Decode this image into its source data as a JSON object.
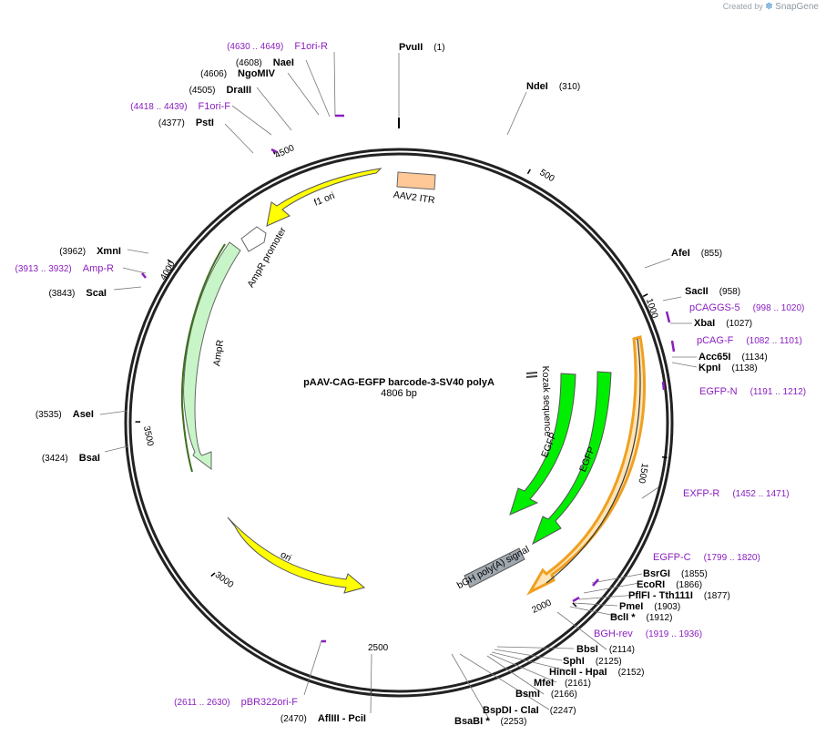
{
  "brand": {
    "created_by": "Created by",
    "app": "SnapGene"
  },
  "plasmid": {
    "name": "pAAV-CAG-EGFP barcode-3-SV40 polyA",
    "length": "4806 bp"
  },
  "colors": {
    "primer": "#8a1fbf",
    "f1ori": "#ffff00",
    "ori": "#ffff00",
    "itr": "#ffc896",
    "ampr": "#c8f5c8",
    "egfp": "#00ee00",
    "polyA": "#a0a8b0",
    "orf": "#f0a020"
  },
  "ticks": [
    "500",
    "1000",
    "1500",
    "2000",
    "2500",
    "3000",
    "3500",
    "4000",
    "4500"
  ],
  "features": [
    {
      "id": "aav2-itr",
      "label": "AAV2 ITR"
    },
    {
      "id": "f1-ori",
      "label": "f1 ori"
    },
    {
      "id": "ampr-promoter",
      "label": "AmpR promoter"
    },
    {
      "id": "ampr",
      "label": "AmpR"
    },
    {
      "id": "ori",
      "label": "ori"
    },
    {
      "id": "kozak",
      "label": "Kozak sequence"
    },
    {
      "id": "egfp-1",
      "label": "EGFP"
    },
    {
      "id": "egfp-2",
      "label": "EGFP"
    },
    {
      "id": "bgh",
      "label": "bGH poly(A) signal"
    }
  ],
  "labels": [
    {
      "id": "pvuii",
      "name": "PvuII",
      "pos": "(1)",
      "type": "site"
    },
    {
      "id": "ndei",
      "name": "NdeI",
      "pos": "(310)",
      "type": "site"
    },
    {
      "id": "afei",
      "name": "AfeI",
      "pos": "(855)",
      "type": "site"
    },
    {
      "id": "sacii",
      "name": "SacII",
      "pos": "(958)",
      "type": "site"
    },
    {
      "id": "pcaggs5",
      "name": "pCAGGS-5",
      "pos": "(998 .. 1020)",
      "type": "primer"
    },
    {
      "id": "xbai",
      "name": "XbaI",
      "pos": "(1027)",
      "type": "site"
    },
    {
      "id": "pcagf",
      "name": "pCAG-F",
      "pos": "(1082 .. 1101)",
      "type": "primer"
    },
    {
      "id": "acc65i",
      "name": "Acc65I",
      "pos": "(1134)",
      "type": "site"
    },
    {
      "id": "kpni",
      "name": "KpnI",
      "pos": "(1138)",
      "type": "site"
    },
    {
      "id": "egfpn",
      "name": "EGFP-N",
      "pos": "(1191 .. 1212)",
      "type": "primer"
    },
    {
      "id": "exfpr",
      "name": "EXFP-R",
      "pos": "(1452 .. 1471)",
      "type": "primer"
    },
    {
      "id": "egfpc",
      "name": "EGFP-C",
      "pos": "(1799 .. 1820)",
      "type": "primer"
    },
    {
      "id": "bsrgi",
      "name": "BsrGI",
      "pos": "(1855)",
      "type": "site"
    },
    {
      "id": "ecori",
      "name": "EcoRI",
      "pos": "(1866)",
      "type": "site"
    },
    {
      "id": "pflfi",
      "name": "PflFI - Tth111I",
      "pos": "(1877)",
      "type": "site"
    },
    {
      "id": "pmei",
      "name": "PmeI",
      "pos": "(1903)",
      "type": "site"
    },
    {
      "id": "bcli",
      "name": "BclI *",
      "pos": "(1912)",
      "type": "site"
    },
    {
      "id": "bghrev",
      "name": "BGH-rev",
      "pos": "(1919 .. 1936)",
      "type": "primer"
    },
    {
      "id": "bbsi",
      "name": "BbsI",
      "pos": "(2114)",
      "type": "site"
    },
    {
      "id": "sphi",
      "name": "SphI",
      "pos": "(2125)",
      "type": "site"
    },
    {
      "id": "hincii",
      "name": "HincII - HpaI",
      "pos": "(2152)",
      "type": "site"
    },
    {
      "id": "mfei",
      "name": "MfeI",
      "pos": "(2161)",
      "type": "site"
    },
    {
      "id": "bsmi",
      "name": "BsmI",
      "pos": "(2166)",
      "type": "site"
    },
    {
      "id": "bspdi",
      "name": "BspDI - ClaI",
      "pos": "(2247)",
      "type": "site"
    },
    {
      "id": "bsabi",
      "name": "BsaBI *",
      "pos": "(2253)",
      "type": "site"
    },
    {
      "id": "afliii",
      "name": "AflIII - PciI",
      "pos": "(2470)",
      "type": "site"
    },
    {
      "id": "pbr322",
      "name": "pBR322ori-F",
      "pos": "(2611 .. 2630)",
      "type": "primer"
    },
    {
      "id": "bsai",
      "name": "BsaI",
      "pos": "(3424)",
      "type": "site"
    },
    {
      "id": "asei",
      "name": "AseI",
      "pos": "(3535)",
      "type": "site"
    },
    {
      "id": "scai",
      "name": "ScaI",
      "pos": "(3843)",
      "type": "site"
    },
    {
      "id": "ampRprimer",
      "name": "Amp-R",
      "pos": "(3913 .. 3932)",
      "type": "primer"
    },
    {
      "id": "xmni",
      "name": "XmnI",
      "pos": "(3962)",
      "type": "site"
    },
    {
      "id": "psti",
      "name": "PstI",
      "pos": "(4377)",
      "type": "site"
    },
    {
      "id": "f1orif",
      "name": "F1ori-F",
      "pos": "(4418 .. 4439)",
      "type": "primer"
    },
    {
      "id": "draiii",
      "name": "DraIII",
      "pos": "(4505)",
      "type": "site"
    },
    {
      "id": "ngomiv",
      "name": "NgoMIV",
      "pos": "(4606)",
      "type": "site"
    },
    {
      "id": "naei",
      "name": "NaeI",
      "pos": "(4608)",
      "type": "site"
    },
    {
      "id": "f1orir",
      "name": "F1ori-R",
      "pos": "(4630 .. 4649)",
      "type": "primer"
    }
  ]
}
